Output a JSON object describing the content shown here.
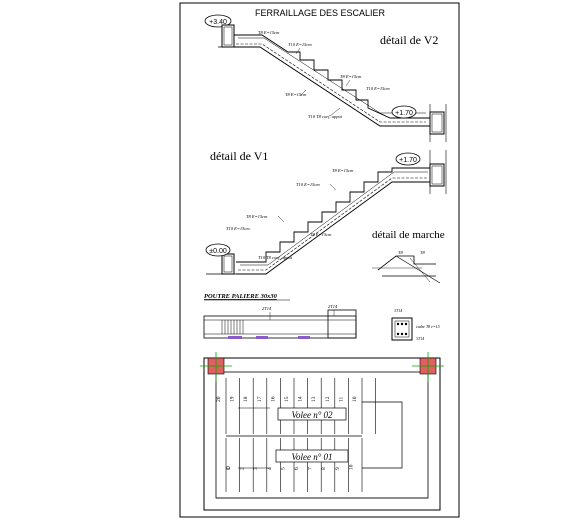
{
  "sheet": {
    "title": "FERRAILLAGE DES ESCALIER"
  },
  "detail_v2": {
    "title": "détail de V2",
    "level_top": "+3.40",
    "level_bottom": "+1.70",
    "rebars": [
      "T8 E=15cm",
      "T10 E=15cm",
      "T8 E=15cm",
      "T10 E=15cm",
      "T8 E=15cm",
      "T10 T8 coef. appui"
    ]
  },
  "detail_v1": {
    "title": "détail de V1",
    "level_top": "+1.70",
    "level_bottom": "±0.00",
    "rebars": [
      "T8 E=15cm",
      "T10 E=15cm",
      "T8 E=15cm",
      "T10 E=15cm",
      "T8 E=15cm",
      "T10 T8 coef. appui"
    ]
  },
  "detail_marche": {
    "title": "détail de marche",
    "rebars": [
      "T8",
      "T8"
    ]
  },
  "beam": {
    "title": "POUTRE PALIERE 30x30",
    "labels": [
      "2T14",
      "2T14"
    ],
    "section_labels": [
      "3T14",
      "cadre T8 e=15",
      "3T14"
    ]
  },
  "plan": {
    "flight_upper": "Volee n° 02",
    "flight_lower": "Volee n° 01",
    "upper_steps": [
      "10",
      "11",
      "12",
      "13",
      "14",
      "15",
      "16",
      "17",
      "18",
      "19",
      "20"
    ],
    "lower_steps": [
      "1",
      "2",
      "3",
      "4",
      "5",
      "6",
      "7",
      "8",
      "9",
      "10"
    ]
  },
  "colors": {
    "line": "#000000",
    "column_fill": "#e06060",
    "column_axis": "#00aa00",
    "beam_stirrup": "#8a5cc8"
  }
}
